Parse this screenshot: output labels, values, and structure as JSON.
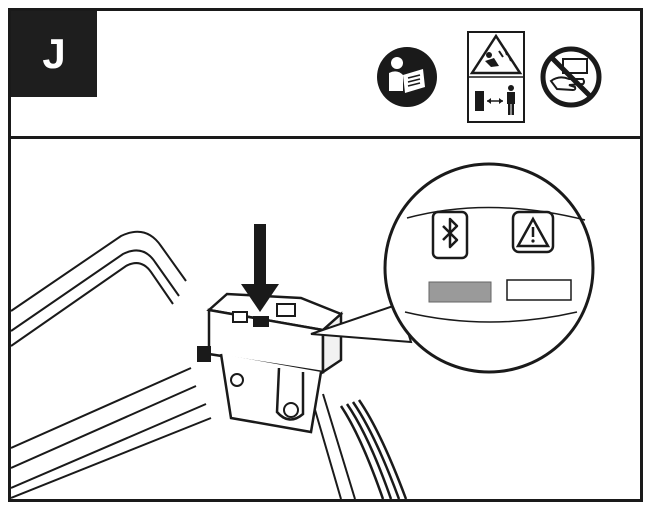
{
  "step": {
    "letter": "J"
  },
  "header_icons": [
    "read-manual-icon",
    "thrown-objects-keep-distance-icon",
    "no-hands-icon"
  ],
  "callout": {
    "icons": [
      "bluetooth-icon",
      "warning-icon"
    ],
    "indicator_state": [
      "on",
      "off"
    ]
  },
  "colors": {
    "line": "#1a1a1a",
    "badge": "#1e1e1e",
    "indicator_on": "#9a9a9a",
    "indicator_off": "#ffffff"
  }
}
